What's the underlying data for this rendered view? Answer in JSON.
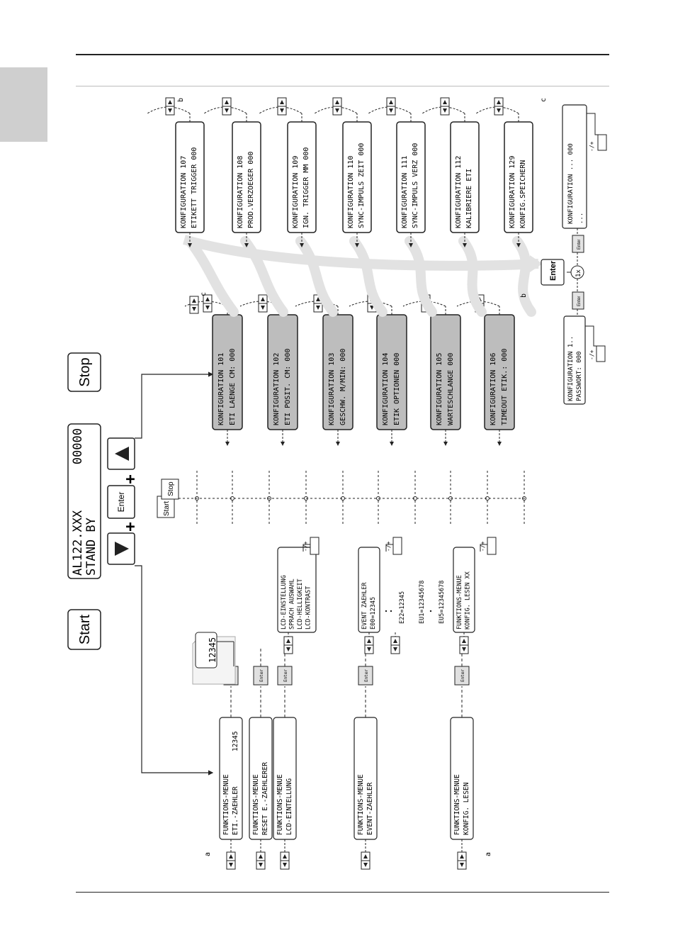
{
  "lcd_main": {
    "line1": "AL122.XXX",
    "line2": "STAND BY",
    "counter": "00000"
  },
  "keys": {
    "start": "Start",
    "stop": "Stop",
    "enter": "Enter",
    "plus": "+",
    "small_start": "Start",
    "small_stop": "Stop"
  },
  "func_menus": [
    {
      "id": "eti",
      "line1": "FUNKTIONS-MENUE",
      "line2": "ETI.-ZAEHLER",
      "value": "12345"
    },
    {
      "id": "reset",
      "line1": "FUNKTIONS-MENUE",
      "line2": "RESET E.-ZAEHLERER",
      "value": ""
    },
    {
      "id": "lcd",
      "line1": "FUNKTIONS-MENUE",
      "line2": "LCD-EINTELLUNG",
      "value": ""
    },
    {
      "id": "event",
      "line1": "FUNKTIONS-MENUE",
      "line2": "EVENT-ZAEHLER",
      "value": ""
    },
    {
      "id": "konfig",
      "line1": "FUNKTIONS-MENUE",
      "line2": "KONFIG. LESEN",
      "value": ""
    }
  ],
  "counter_display": "12345",
  "lcd_submenu": [
    "LCD-EINSTELLUNG",
    "SPRACH AUSWAHL",
    "LCD-HELLIGKEIT",
    "LCD-KONTRAST"
  ],
  "event_submenu": [
    "EVENT ZAEHLER",
    "E00=12345",
    "E22=12345",
    "EU1=12345678",
    "EU5=12345678"
  ],
  "konfig_submenu": [
    "FUNKTIONS-MENUE",
    "KONFIG. LESEN XX"
  ],
  "config_grey": [
    {
      "line1": "KONFIGURATION    101",
      "line2": "ETI LAENGE CM:  000"
    },
    {
      "line1": "KONFIGURATION    102",
      "line2": "ETI POSIT. CM:  000"
    },
    {
      "line1": "KONFIGURATION    103",
      "line2": "GESCHW. M/MIN:  000"
    },
    {
      "line1": "KONFIGURATION    104",
      "line2": "ETIK OPTIONEN   000"
    },
    {
      "line1": "KONFIGURATION    105",
      "line2": "WARTESCHLANGE   000"
    },
    {
      "line1": "KONFIGURATION    106",
      "line2": "TIMEOUT ETIK.:  000"
    }
  ],
  "config_white": [
    {
      "line1": "KONFIGURATION    107",
      "line2": "ETIKETT TRIGGER 000"
    },
    {
      "line1": "KONFIGURATION    108",
      "line2": "PROD.VERZOEGER   000"
    },
    {
      "line1": "KONFIGURATION    109",
      "line2": "IGN. TRIGGER MM 000"
    },
    {
      "line1": "KONFIGURATION    110",
      "line2": "SYNC-IMPULS ZEIT 000"
    },
    {
      "line1": "KONFIGURATION    111",
      "line2": "SYNC-IMPULS VERZ 000"
    },
    {
      "line1": "KONFIGURATION    112",
      "line2": "KALIBRIERE ETI"
    },
    {
      "line1": "KONFIGURATION    129",
      "line2": "KONFIG.SPEICHERN"
    }
  ],
  "password_box": {
    "line1": "KONFIGURATION  1..",
    "line2": "PASSWORT:     000"
  },
  "konfig_final": {
    "line1": "KONFIGURATION       ...    000",
    "line2": "..."
  },
  "once_label": "1x",
  "minus_plus": "-/+",
  "connector_labels": {
    "a": "a",
    "b": "b",
    "c": "c"
  },
  "colors": {
    "lcd_grey": "#bdbdbd",
    "key_grey": "#d8d8d8",
    "line": "#222222",
    "arrow_band": "#e2e2e2"
  }
}
